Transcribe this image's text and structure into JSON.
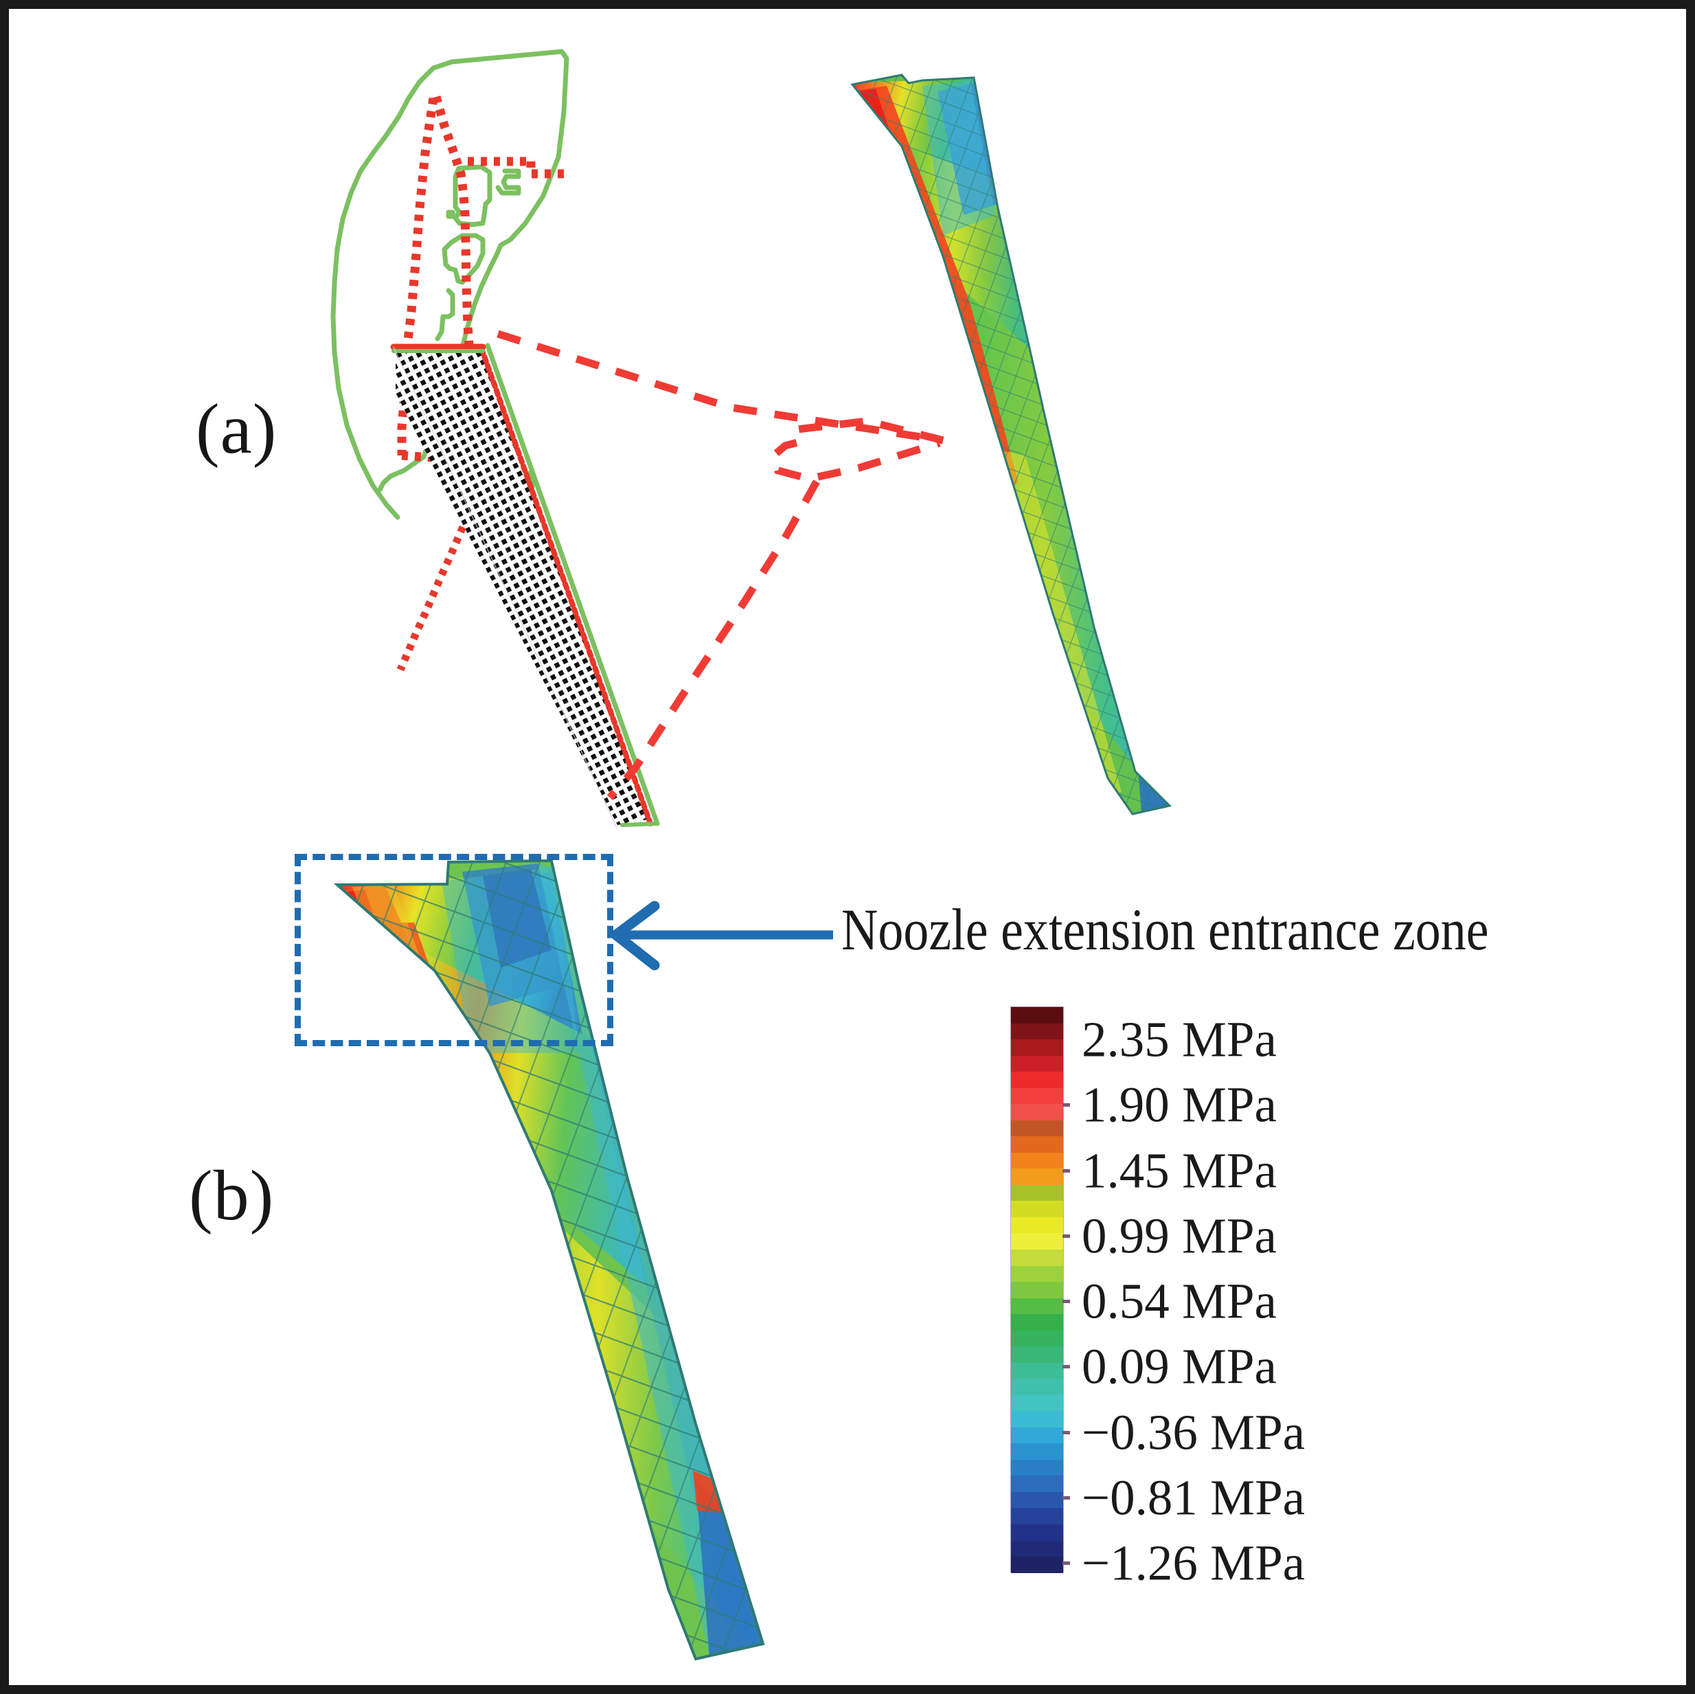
{
  "figure": {
    "panels": [
      {
        "id": "a",
        "label": "(a)"
      },
      {
        "id": "b",
        "label": "(b)"
      }
    ],
    "annotation": {
      "zone_label": "Noozle extension entrance zone",
      "arrow_color": "#1f6cb0",
      "box_color": "#1f6cb0"
    },
    "schematic": {
      "outline_color": "#7cc061",
      "node_color": "#e8372a",
      "callout_color": "#f03b35",
      "mesh_dot_color": "#101010"
    }
  },
  "chart_data": {
    "type": "heatmap",
    "title": "Noozle extension entrance zone",
    "colorbar": {
      "unit": "MPa",
      "orientation": "vertical",
      "position": "right",
      "labels": [
        "2.35 MPa",
        "1.90 MPa",
        "1.45 MPa",
        "0.99 MPa",
        "0.54 MPa",
        "0.09 MPa",
        "−0.36 MPa",
        "−0.81 MPa",
        "−1.26 MPa"
      ],
      "values": [
        2.35,
        1.9,
        1.45,
        0.99,
        0.54,
        0.09,
        -0.36,
        -0.81,
        -1.26
      ],
      "vmin": -1.26,
      "vmax": 2.35,
      "step": 0.4525,
      "band_colors": [
        "#5c0d10",
        "#7e1417",
        "#a81a1c",
        "#cc2026",
        "#ee2b2a",
        "#f4403c",
        "#f2504a",
        "#c05626",
        "#e2691f",
        "#f4821b",
        "#f39b1d",
        "#a8c22a",
        "#d2dd22",
        "#e9ea26",
        "#edef3a",
        "#c4dd3a",
        "#9ed23b",
        "#7ec83f",
        "#55bc45",
        "#35b04a",
        "#36b35f",
        "#39b779",
        "#3dbd95",
        "#3fc0ad",
        "#41c4c2",
        "#39bcd4",
        "#31a8d8",
        "#2b92d0",
        "#2a7ec6",
        "#2b6cbc",
        "#2a57ad",
        "#26429c",
        "#22328b",
        "#202a79",
        "#1d2364"
      ]
    },
    "panels": [
      {
        "id": "a",
        "label": "(a)",
        "description": "Axisymmetric FEM half-model outline with node seeding (left) and contour stress plot of the full nozzle (right)"
      },
      {
        "id": "b",
        "label": "(b)",
        "description": "Magnified contour stress plot of the nozzle extension with entrance zone highlighted",
        "highlight_zone": "Noozle extension entrance zone"
      }
    ]
  }
}
